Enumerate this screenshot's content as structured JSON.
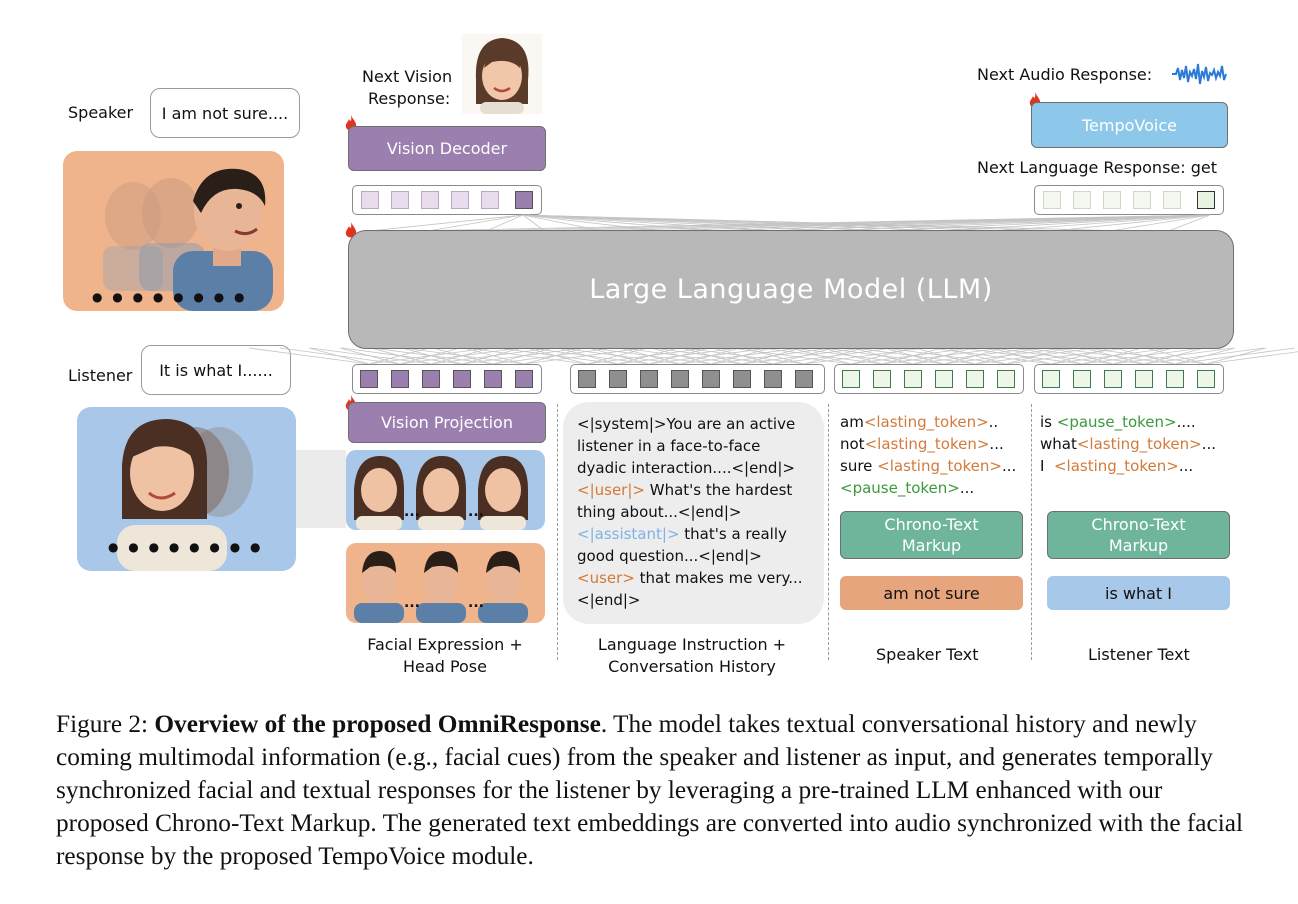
{
  "figure": {
    "speaker": {
      "label": "Speaker",
      "bubble": "I am not sure....",
      "dots": "● ● ● ● ● ● ● ●"
    },
    "listener": {
      "label": "Listener",
      "bubble": "It is what I......",
      "dots": "● ● ● ● ● ● ● ●"
    },
    "next_vision": {
      "line1": "Next Vision",
      "line2": "Response:"
    },
    "vision_decoder": "Vision Decoder",
    "vision_projection": "Vision Projection",
    "llm": "Large Language Model (LLM)",
    "next_audio": "Next Audio Response:",
    "tempovoice": "TempoVoice",
    "next_language": "Next Language Response: get",
    "instruction_lines": [
      {
        "text": "<|system|>You are an active",
        "style": ""
      },
      {
        "text": "listener in a face-to-face",
        "style": ""
      },
      {
        "text": "dyadic interaction....<|end|>",
        "style": ""
      },
      {
        "pre": "<|user|>",
        "text": " What's the hardest",
        "style": "or"
      },
      {
        "text": "thing about...<|end|>",
        "style": ""
      },
      {
        "pre": "<|assistant|>",
        "text": " that's a really",
        "style": "bl"
      },
      {
        "text": "good question...<|end|>",
        "style": ""
      },
      {
        "pre": "<user>",
        "text": " that makes me very...",
        "style": "or"
      },
      {
        "text": "<|end|>",
        "style": ""
      }
    ],
    "speaker_tokens": [
      {
        "a": "am",
        "b": "<lasting_token>",
        "c": "..",
        "color": "or"
      },
      {
        "a": "not",
        "b": "<lasting_token>",
        "c": "...",
        "color": "or"
      },
      {
        "a": "sure ",
        "b": "<lasting_token>",
        "c": "...",
        "color": "or"
      },
      {
        "a": "",
        "b": "<pause_token>",
        "c": "...",
        "color": "gr"
      }
    ],
    "listener_tokens": [
      {
        "a": "is ",
        "b": "<pause_token>",
        "c": "....",
        "color": "gr"
      },
      {
        "a": "what",
        "b": "<lasting_token>",
        "c": "...",
        "color": "or"
      },
      {
        "a": "I  ",
        "b": "<lasting_token>",
        "c": "...",
        "color": "or"
      }
    ],
    "chrono_markup": "Chrono-Text Markup",
    "speaker_text_box": "am not sure",
    "listener_text_box": "is what I",
    "col_labels": {
      "facial": "Facial Expression + Head Pose",
      "language": "Language Instruction + Conversation History",
      "speaker_text": "Speaker Text",
      "listener_text": "Listener Text"
    },
    "ellipsis": "..."
  },
  "caption": {
    "prefix": "Figure 2: ",
    "title": "Overview of the proposed OmniResponse",
    "body": ". The model takes textual conversational history and newly coming multimodal information (e.g., facial cues) from the speaker and listener as input, and generates temporally synchronized facial and textual responses for the listener by leveraging a pre-trained LLM enhanced with our proposed Chrono-Text Markup. The generated text embeddings are converted into audio synchronized with the facial response by the proposed TempoVoice module."
  },
  "colors": {
    "vision_purple": "#9b7fae",
    "llm_gray": "#b2b2b2",
    "tempo_blue": "#8dc8ea",
    "chrono_green": "#6fb59c",
    "speaker_orange": "#e7a57d",
    "listener_blue": "#a8c8ea",
    "speaker_panel": "#f0b48c",
    "listener_panel": "#a9c7e8"
  },
  "icons": [
    "fire-icon",
    "waveform-icon",
    "speaker-face-image",
    "listener-face-image",
    "vision-response-face-image"
  ]
}
